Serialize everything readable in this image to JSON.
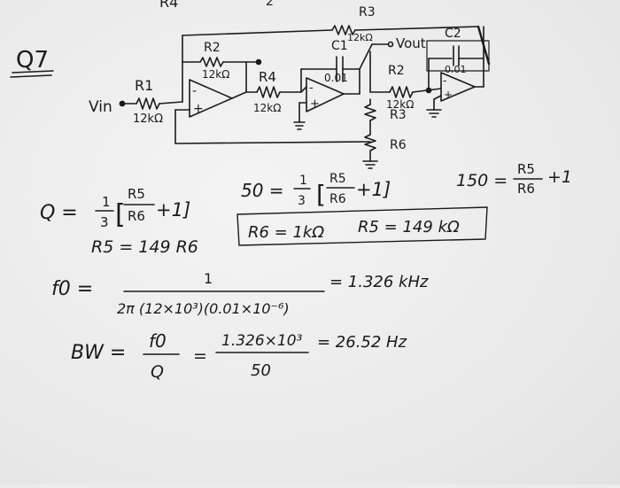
{
  "top_fragments": [
    "R4",
    "2"
  ],
  "problem_label": "Q7",
  "circuit": {
    "vin": "Vin",
    "r1": {
      "name": "R1",
      "value": "12kΩ"
    },
    "r2": {
      "name": "R2",
      "value": "12kΩ"
    },
    "r4": {
      "name": "R4",
      "value": "12kΩ"
    },
    "r3_top": {
      "name": "R3",
      "value": "12kΩ"
    },
    "c1": {
      "name": "C1",
      "value": "0.01"
    },
    "vout": "Vout",
    "c2": {
      "name": "C2",
      "value": "0.01"
    },
    "r2_right": {
      "name": "R2",
      "value": "12kΩ"
    },
    "r3_right": "R3",
    "r6": "R6",
    "plus_sign": "+",
    "minus_sign": "-"
  },
  "equations": {
    "q_formula": {
      "lhs": "Q =",
      "frac_num": "1",
      "frac_den": "3",
      "open": "[",
      "inner_num": "R5",
      "inner_den": "R6",
      "tail": "+1]"
    },
    "fifty_formula": {
      "lhs": "50 =",
      "frac_num": "1",
      "frac_den": "3",
      "open": "[",
      "inner_num": "R5",
      "inner_den": "R6",
      "tail": "+1]"
    },
    "one_fifty": {
      "lhs": "150 =",
      "num": "R5",
      "den": "R6",
      "tail": "+1"
    },
    "r5_relation": "R5 = 149 R6",
    "boxed_r6": "R6 = 1kΩ",
    "boxed_r5": "R5 = 149 kΩ",
    "f0": {
      "lhs": "f0 =",
      "num": "1",
      "den": "2π (12×10³)(0.01×10⁻⁶)",
      "result": "= 1.326 kHz"
    },
    "bw": {
      "lhs": "BW =",
      "num1": "f0",
      "den1": "Q",
      "eq": "=",
      "num2": "1.326×10³",
      "den2": "50",
      "result": "= 26.52 Hz"
    }
  }
}
